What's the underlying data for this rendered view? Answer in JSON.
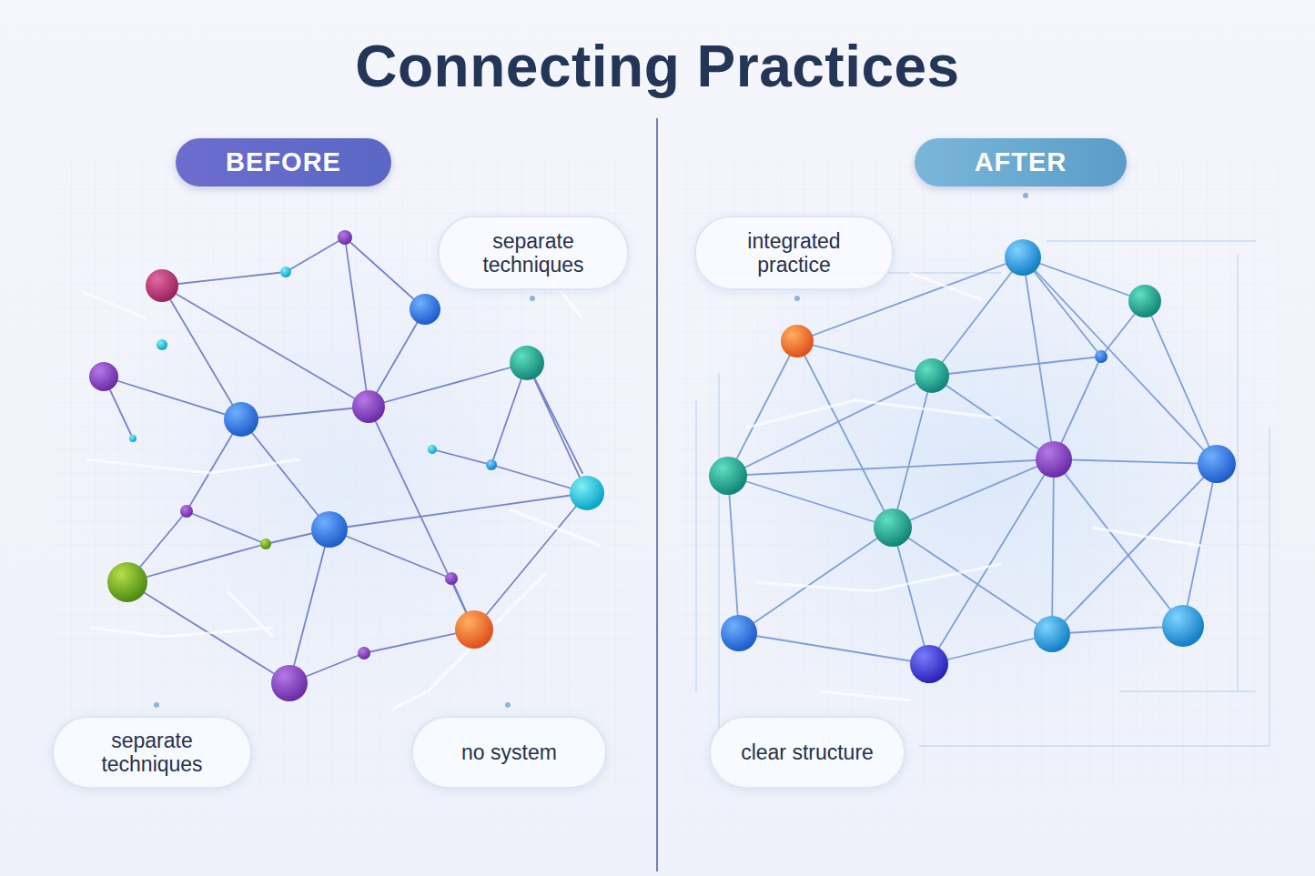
{
  "diagram": {
    "title": "Connecting Practices",
    "nodes": [
      {
        "text": [
          "BEFORE"
        ]
      },
      {
        "text": [
          "AFTER"
        ]
      },
      {
        "text": [
          "separate techniques"
        ]
      },
      {
        "text": [
          "integrated practice"
        ]
      },
      {
        "text": [
          "separate techniques"
        ]
      },
      {
        "text": [
          "no system"
        ]
      },
      {
        "text": [
          "clear structure"
        ]
      }
    ]
  }
}
